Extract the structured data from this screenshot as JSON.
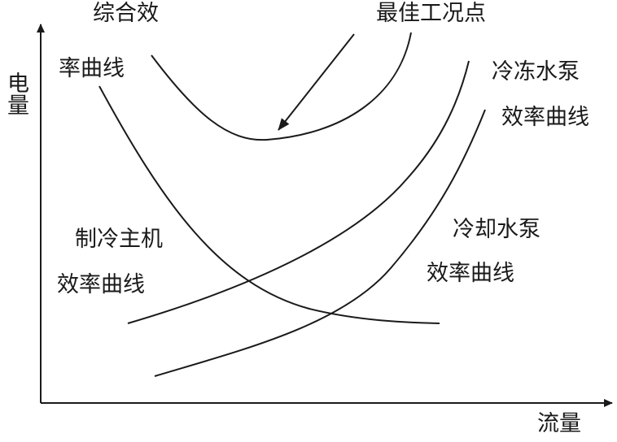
{
  "axes": {
    "y_label": "电量",
    "x_label": "流量"
  },
  "curves": {
    "combined_efficiency": {
      "label_line1": "综合效",
      "label_line2": "率曲线"
    },
    "chiller": {
      "label_line1": "制冷主机",
      "label_line2": "效率曲线"
    },
    "chilled_water_pump": {
      "label_line1": "冷冻水泵",
      "label_line2": "效率曲线"
    },
    "cooling_water_pump": {
      "label_line1": "冷却水泵",
      "label_line2": "效率曲线"
    }
  },
  "annotation": {
    "optimum_point": "最佳工况点"
  },
  "colors": {
    "line": "#1a1a1a",
    "background": "#ffffff"
  }
}
